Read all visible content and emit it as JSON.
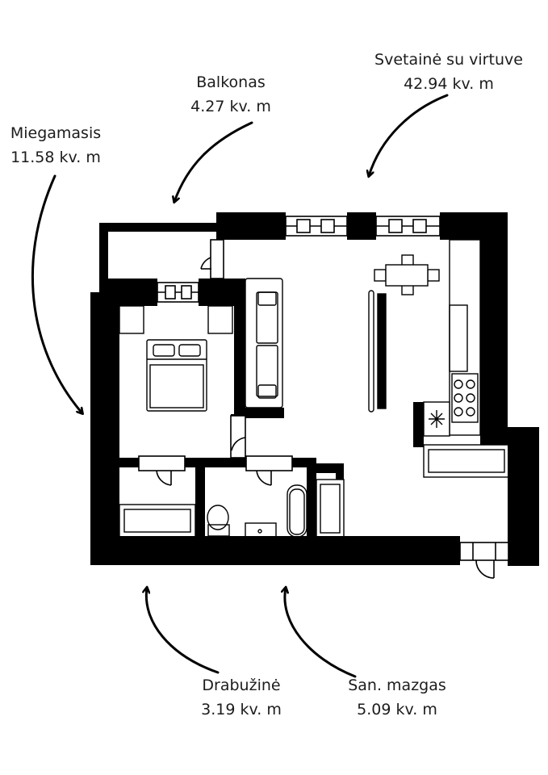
{
  "rooms": [
    {
      "key": "miegamasis",
      "name": "Miegamasis",
      "area": "11.58 kv. m"
    },
    {
      "key": "balkonas",
      "name": "Balkonas",
      "area": "4.27 kv. m"
    },
    {
      "key": "svetaine",
      "name": "Svetainė su virtuve",
      "area": "42.94 kv. m"
    },
    {
      "key": "drabuzine",
      "name": "Drabužinė",
      "area": "3.19 kv. m"
    },
    {
      "key": "sanmazgas",
      "name": "San. mazgas",
      "area": "5.09 kv. m"
    }
  ],
  "colors": {
    "wall": "#000000",
    "background": "#ffffff",
    "line": "#000000",
    "text": "#1c1c1c"
  }
}
